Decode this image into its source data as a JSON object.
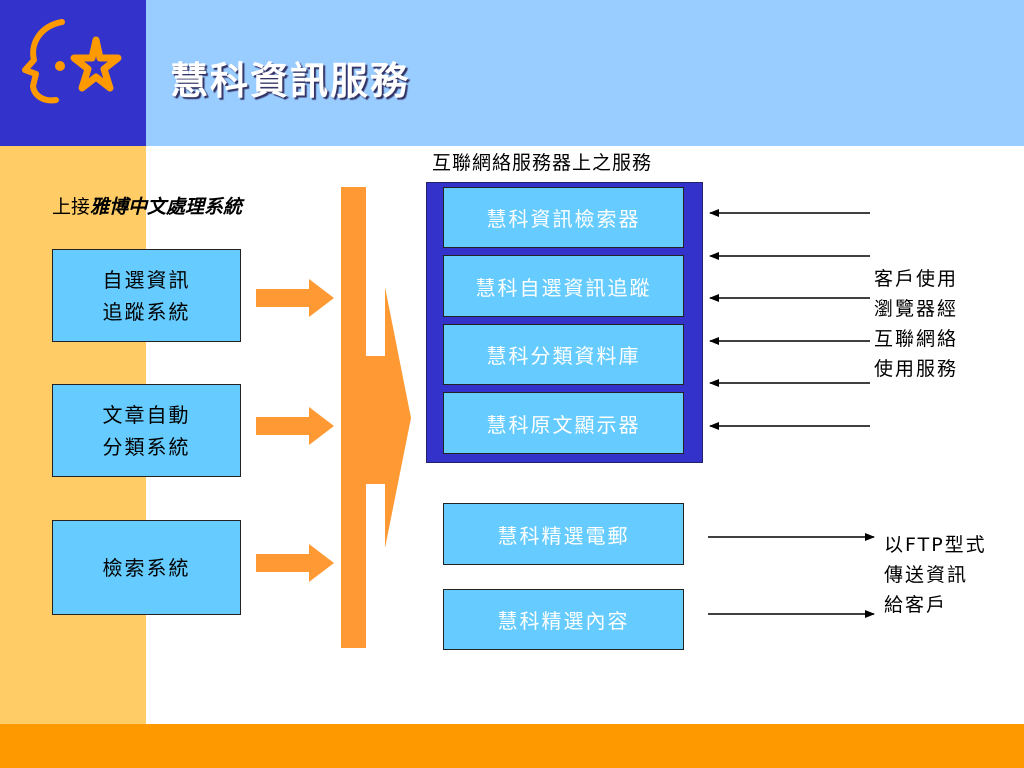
{
  "title": "慧科資訊服務",
  "server_heading": "互聯網絡服務器上之服務",
  "connect_label": {
    "prefix": "上接",
    "system_name": "雅博中文處理系統"
  },
  "left_systems": [
    "自選資訊\n追蹤系統",
    "文章自動\n分類系統",
    "檢索系統"
  ],
  "server_services": [
    "慧科資訊檢索器",
    "慧科自選資訊追蹤",
    "慧科分類資料庫",
    "慧科原文顯示器"
  ],
  "email_services": [
    "慧科精選電郵",
    "慧科精選內容"
  ],
  "client_note": "客戶使用\n瀏覽器經\n互聯網絡\n使用服務",
  "ftp_note": "以FTP型式\n傳送資訊\n給客戶",
  "colors": {
    "header_dark": "#3333cc",
    "header_light": "#99ccff",
    "sidebar": "#ffcc66",
    "accent_orange": "#ff9900",
    "arrow_orange": "#ff9933",
    "box_fill": "#66ccff",
    "logo_orange": "#ff9900"
  },
  "icons": {
    "logo": "star-head-logo-icon"
  }
}
